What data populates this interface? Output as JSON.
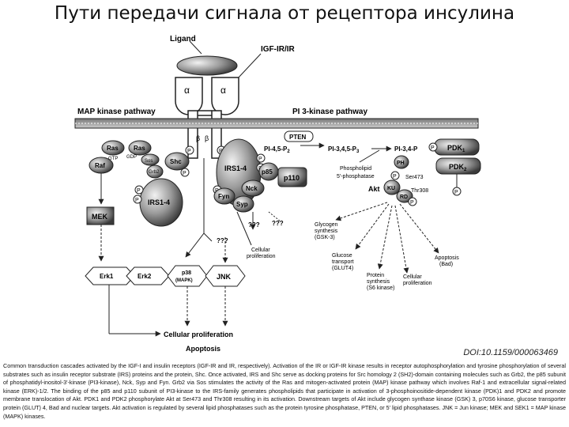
{
  "title": "Пути передачи сигнала от рецептора инсулина",
  "doi": "DOI:10.1159/000063469",
  "caption": "Common transduction cascades activated by the IGF-I and insulin receptors (IGF-IR and IR, respectively). Activation of the IR or IGF-IR kinase results in receptor autophosphorylation and tyrosine phosphorylation of several substrates such as insulin receptor substrate (IRS) proteins and the protein, Shc. Once activated, IRS and Shc serve as docking proteins for Src homology 2 (SH2)-domain containing molecules such as Grb2, the p85 subunit of phosphatidyl-inositol-3'-kinase (PI3-kinase), Nck, Syp and Fyn. Grb2 via Sos stimulates the activity of the Ras and mitogen-activated protein (MAP) kinase pathway which involves Raf-1 and extracellular signal-related kinase (ERK)-1/2. The binding of the p85 and p110 subunit of PI3-kinase to the IRS-family generates phospholipids that participate in activation of 3-phosphoinositide-dependent kinase (PDK)1 and PDK2 and promote membrane translocation of Akt. PDK1 and PDK2 phosphorylate Akt at Ser473 and Thr308 resulting in its activation. Downstream targets of Akt include glycogen synthase kinase (GSK) 3, p70S6 kinase, glucose transporter protein (GLUT) 4, Bad and nuclear targets. Akt activation is regulated by several lipid phosphatases such as the protein tyrosine phosphatase, PTEN, or 5' lipid phosphatases. JNK = Jun kinase; MEK and SEK1 = MAP kinase (MAPK) kinases.",
  "labels": {
    "ligand": "Ligand",
    "receptor": "IGF-IR/IR",
    "alpha": "α",
    "beta": "β",
    "map_pathway": "MAP kinase pathway",
    "pi3_pathway": "PI 3-kinase pathway",
    "p": "P",
    "ras1": "Ras",
    "gtp": "GTP",
    "ras2": "Ras",
    "gdp": "GDP",
    "sos": "Sos",
    "raf": "Raf",
    "grb2": "Grb2",
    "shc": "Shc",
    "irs14_a": "IRS1-4",
    "irs14_b": "IRS1-4",
    "p85": "p85",
    "p110": "p110",
    "nck": "Nck",
    "fyn": "Fyn",
    "syp": "Syp",
    "pten": "PTEN",
    "pip2": "PI-4,5-P",
    "pip2_sub": "2",
    "pip3": "PI-3,4,5-P",
    "pip3_sub": "3",
    "pi34p": "PI-3,4-P",
    "ph": "PH",
    "pdk1": "PDK",
    "pdk1_sub": "1",
    "pdk2": "PDK",
    "pdk2_sub": "2",
    "phospholipid": "Phospholipid",
    "phosphatase": "5'-phosphatase",
    "ser473": "Ser473",
    "thr308": "Thr308",
    "akt": "Akt",
    "ku": "KU",
    "rd": "RD",
    "mek": "MEK",
    "erk1": "Erk1",
    "erk2": "Erk2",
    "p38_a": "p38",
    "p38_b": "(MAPK)",
    "jnk": "JNK",
    "qmarks1": "???",
    "qmarks2": "???",
    "qmarks3": "???",
    "cell_prolif_1": "Cellular",
    "cell_prolif_2": "proliferation",
    "glycogen_1": "Glycogen",
    "glycogen_2": "synthesis",
    "glycogen_3": "(GSK-3)",
    "glucose_1": "Glucose",
    "glucose_2": "transport",
    "glucose_3": "(GLUT4)",
    "protein_1": "Protein",
    "protein_2": "synthesis",
    "protein_3": "(S6 kinase)",
    "cellprol2_1": "Cellular",
    "cellprol2_2": "proliferation",
    "apoptosis_1": "Apoptosis",
    "apoptosis_2": "(Bad)",
    "bottom_prolif": "Cellular proliferation",
    "bottom_apoptosis": "Apoptosis"
  }
}
